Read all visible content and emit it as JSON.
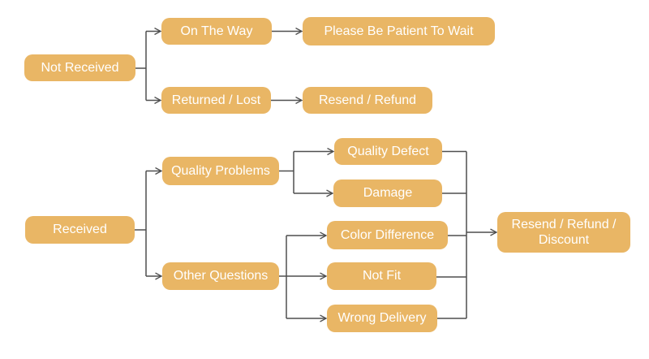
{
  "diagram": {
    "type": "flowchart",
    "background_color": "#ffffff",
    "node_fill_color": "#E9B665",
    "node_text_color": "#ffffff",
    "connector_color": "#4f4f4f",
    "nodes": {
      "not_received": {
        "label": "Not Received"
      },
      "on_the_way": {
        "label": "On The Way"
      },
      "please_wait": {
        "label": "Please Be Patient To Wait"
      },
      "returned_lost": {
        "label": "Returned / Lost"
      },
      "resend_refund": {
        "label": "Resend / Refund"
      },
      "received": {
        "label": "Received"
      },
      "quality_problems": {
        "label": "Quality Problems"
      },
      "quality_defect": {
        "label": "Quality Defect"
      },
      "damage": {
        "label": "Damage"
      },
      "other_questions": {
        "label": "Other Questions"
      },
      "color_difference": {
        "label": "Color Difference"
      },
      "not_fit": {
        "label": "Not Fit"
      },
      "wrong_delivery": {
        "label": "Wrong Delivery"
      },
      "resend_refund_discount": {
        "label": "Resend / Refund / Discount"
      }
    },
    "edges": [
      {
        "from": "Not Received",
        "to": "On The Way"
      },
      {
        "from": "Not Received",
        "to": "Returned / Lost"
      },
      {
        "from": "On The Way",
        "to": "Please Be Patient To Wait"
      },
      {
        "from": "Returned / Lost",
        "to": "Resend / Refund"
      },
      {
        "from": "Received",
        "to": "Quality Problems"
      },
      {
        "from": "Received",
        "to": "Other Questions"
      },
      {
        "from": "Quality Problems",
        "to": "Quality Defect"
      },
      {
        "from": "Quality Problems",
        "to": "Damage"
      },
      {
        "from": "Other Questions",
        "to": "Color Difference"
      },
      {
        "from": "Other Questions",
        "to": "Not Fit"
      },
      {
        "from": "Other Questions",
        "to": "Wrong Delivery"
      },
      {
        "from": "Quality Defect",
        "to": "Resend / Refund / Discount"
      },
      {
        "from": "Damage",
        "to": "Resend / Refund / Discount"
      },
      {
        "from": "Color Difference",
        "to": "Resend / Refund / Discount"
      },
      {
        "from": "Not Fit",
        "to": "Resend / Refund / Discount"
      },
      {
        "from": "Wrong Delivery",
        "to": "Resend / Refund / Discount"
      }
    ]
  }
}
